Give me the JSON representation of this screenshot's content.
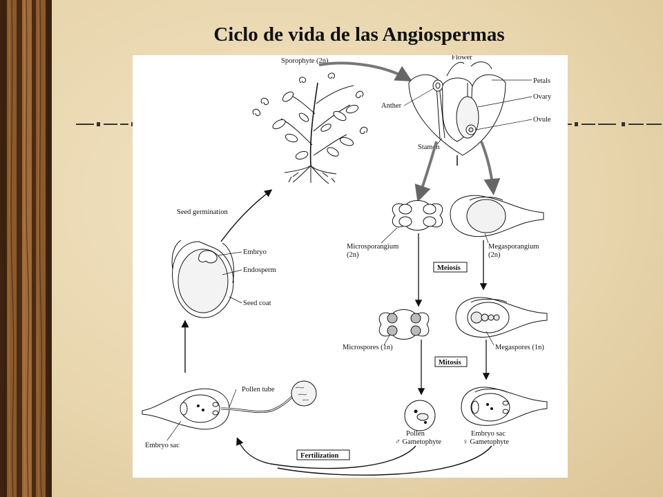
{
  "slide": {
    "title": "Ciclo de vida de las Angiospermas"
  },
  "diagram": {
    "labels": {
      "sporophyte": "Sporophyte (2n)",
      "flower": "Flower",
      "petals": "Petals",
      "ovary": "Ovary",
      "ovule": "Ovule",
      "anther": "Anther",
      "stamen": "Stamen",
      "seed_germination": "Seed germination",
      "embryo": "Embryo",
      "endosperm": "Endosperm",
      "seed_coat": "Seed coat",
      "microsporangium": "Microsporangium",
      "microsporangium_ploidy": "(2n)",
      "megasporangium": "Megasporangium",
      "megasporangium_ploidy": "(2n)",
      "meiosis": "Meiosis",
      "microspores": "Microspores (1n)",
      "megaspores": "Megaspores (1n)",
      "mitosis": "Mitosis",
      "pollen_tube": "Pollen tube",
      "embryo_sac_left": "Embryo sac",
      "pollen": "Pollen",
      "male_gametophyte": "♂ Gametophyte",
      "embryo_sac_right": "Embryo sac",
      "female_gametophyte": "♀ Gametophyte",
      "fertilization": "Fertilization"
    }
  },
  "colors": {
    "background": "#ead9b4",
    "wood_dark": "#4a2a14",
    "wood_mid": "#8a5a2c",
    "wood_light": "#b07a44",
    "ink": "#111111",
    "panel": "#ffffff"
  }
}
